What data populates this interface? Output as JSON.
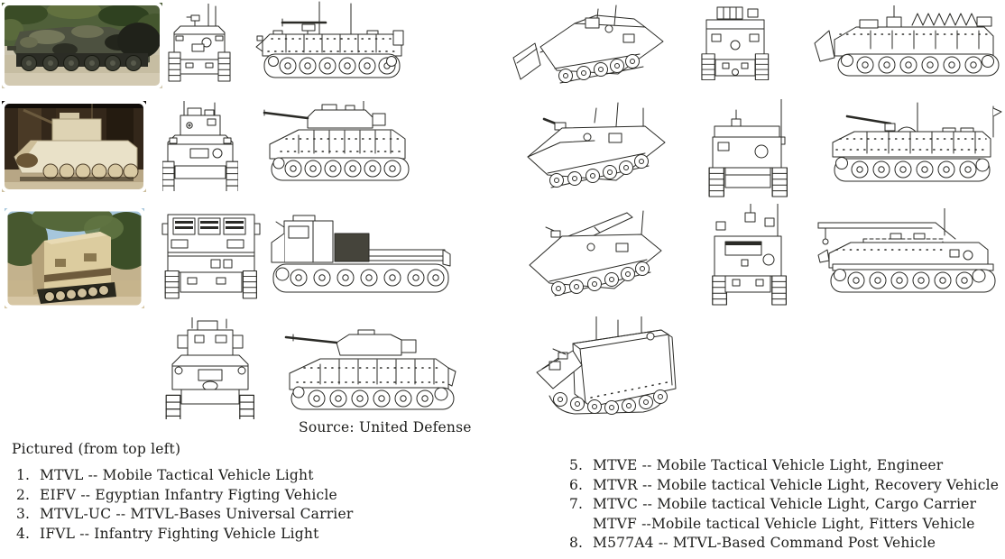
{
  "page": {
    "source_caption": "Source: United Defense",
    "pictured_heading": "Pictured (from top left)"
  },
  "lists": {
    "left": [
      {
        "num": "1.",
        "text": "MTVL -- Mobile Tactical Vehicle Light"
      },
      {
        "num": "2.",
        "text": "EIFV -- Egyptian Infantry Figting Vehicle"
      },
      {
        "num": "3.",
        "text": "MTVL-UC -- MTVL-Bases Universal Carrier"
      },
      {
        "num": "4.",
        "text": "IFVL -- Infantry Fighting Vehicle Light"
      }
    ],
    "right": [
      {
        "num": "5.",
        "text": "MTVE -- Mobile Tactical Vehicle Light, Engineer"
      },
      {
        "num": "6.",
        "text": "MTVR -- Mobile tactical Vehicle Light, Recovery Vehicle"
      },
      {
        "num": "7.",
        "text": "MTVC -- Mobile tactical Vehicle Light, Cargo Carrier"
      },
      {
        "num": "",
        "text": "MTVF --Mobile tactical Vehicle Light, Fitters Vehicle"
      },
      {
        "num": "8.",
        "text": "M577A4 -- MTVL-Based Command Post Vehicle"
      }
    ]
  },
  "figures": [
    "mtvl-photo",
    "mtvl-front-drawing",
    "mtvl-side-drawing",
    "eifv-photo",
    "eifv-front-drawing",
    "eifv-side-drawing",
    "mtvl-uc-photo",
    "mtvl-uc-front-drawing",
    "mtvl-uc-side-drawing",
    "ifvl-front-drawing",
    "ifvl-side-drawing",
    "mtve-threequarter-drawing",
    "mtve-rear-drawing",
    "mtve-side-drawing",
    "cargo-threequarter-drawing",
    "cargo-rear-drawing",
    "cargo-side-drawing",
    "recovery-threequarter-drawing",
    "recovery-rear-drawing",
    "recovery-side-drawing",
    "m577a4-threequarter-drawing"
  ],
  "colors": {
    "paper": "#ffffff",
    "ink": "#1d1d1b",
    "drawing_line": "#2a2a26",
    "photo1_foliage": "#50603a",
    "photo2_background": "#33271a",
    "photo3_sky": "#a6c6dc",
    "vehicle_tan": "#dccc9f"
  }
}
